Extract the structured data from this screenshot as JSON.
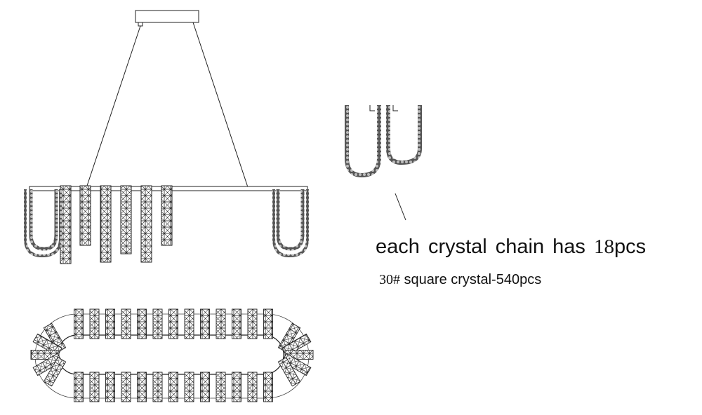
{
  "notes": {
    "chain_prefix": "each crystal chain has ",
    "chain_count": "18",
    "chain_suffix": "pcs",
    "crystal_code": "30#",
    "crystal_text": " square crystal-540pcs"
  },
  "colors": {
    "line": "#222222",
    "crystal": "#333333",
    "background": "#ffffff"
  }
}
